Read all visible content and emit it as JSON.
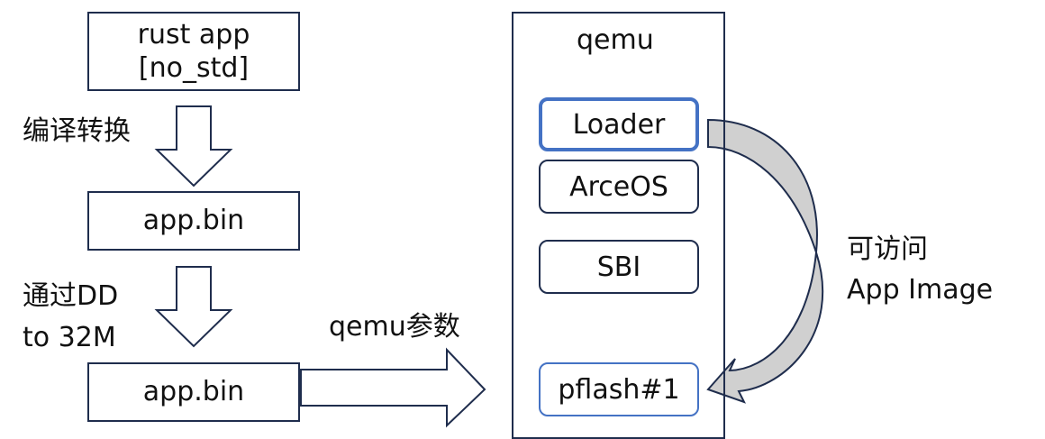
{
  "left_column": {
    "source_box": {
      "line1": "rust app",
      "line2": "[no_std]"
    },
    "step1_label": "编译转换",
    "bin_box_1": "app.bin",
    "step2_label": {
      "line1": "通过DD",
      "line2": "to 32M"
    },
    "bin_box_2": "app.bin"
  },
  "arrow_label": "qemu参数",
  "qemu": {
    "title": "qemu",
    "components": [
      "Loader",
      "ArceOS",
      "SBI",
      "pflash#1"
    ]
  },
  "access_label": {
    "line1": "可访问",
    "line2": "App Image"
  },
  "colors": {
    "border_dark": "#1f2d4d",
    "accent_blue": "#4472c4",
    "curve_fill": "#d0d0d0"
  }
}
